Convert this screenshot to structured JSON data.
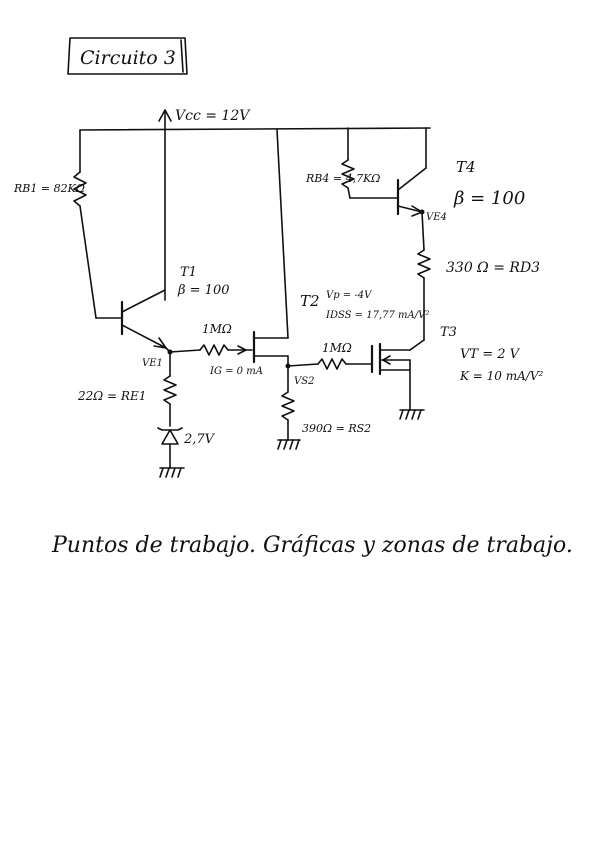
{
  "title": "Circuito 3",
  "caption": "Puntos de trabajo. Gráficas y zonas de trabajo.",
  "labels": {
    "vcc": "Vcc = 12V",
    "rb1": "RB1 = 82KΩ",
    "t1_name": "T1",
    "t1_beta": "β = 100",
    "ve1": "VE1",
    "re1": "22Ω = RE1",
    "zener": "2,7V",
    "r_gate1": "1MΩ",
    "ig": "IG = 0 mA",
    "t2_name": "T2",
    "t2_vp": "Vp = -4V",
    "t2_idss": "IDSS = 17,77 mA/V²",
    "vs2": "VS2",
    "rs2": "390Ω = RS2",
    "r_gate3": "1MΩ",
    "rb4": "RB4 = 4,7KΩ",
    "t4_name": "T4",
    "t4_beta": "β = 100",
    "ve4": "VE4",
    "rd3": "330 Ω = RD3",
    "t3_name": "T3",
    "t3_vt": "VT = 2 V",
    "t3_k": "K = 10 mA/V²"
  }
}
